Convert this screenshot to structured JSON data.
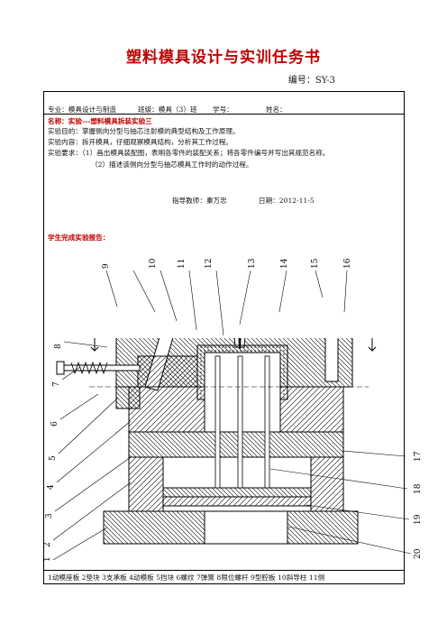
{
  "header": {
    "title": "塑料模具设计与实训任务书",
    "doc_number": "编号：SY-3"
  },
  "info_row": {
    "major": "专业：模具设计与制造",
    "class": "班级：模具（3）班",
    "student_id": "学号：",
    "name": "姓名："
  },
  "task": {
    "name_label": "名称：实验---塑料模具拆装实验三",
    "purpose": "实验目的：掌握侧向分型与抽芯注射模的典型结构及工作原理。",
    "content": "实验内容：拆开模具，仔细观察模具结构，分析其工作过程。",
    "requirement_1": "实验要求：（1）画出模具装配图，表明各零件的装配关系；将各零件编号并写出其规范名称。",
    "requirement_2": "（2）描述该侧向分型与抽芯模具工作时的动作过程。",
    "teacher": "指导教师：秦万忠",
    "date": "日期：2012-11-5"
  },
  "report": {
    "label": "学生完成实验报告："
  },
  "drawing": {
    "left_labels": [
      "8",
      "7",
      "6",
      "5",
      "4",
      "3",
      "2",
      "1"
    ],
    "top_labels": [
      "9",
      "10",
      "11",
      "12",
      "13",
      "14",
      "15",
      "16"
    ],
    "right_labels": [
      "17",
      "18",
      "19",
      "20"
    ]
  },
  "legend": {
    "text": "1动模座板 2垫块 3支承板 4动模板 5挡块 6螺纹 7弹簧 8限位螺杆 9型腔板 10斜导柱 11侧"
  }
}
